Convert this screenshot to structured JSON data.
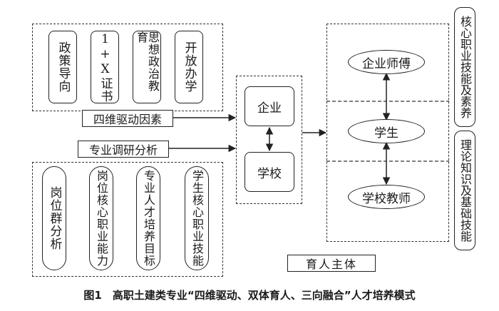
{
  "top_group": {
    "items": [
      "政策导向",
      "1+X证书",
      "思想政治教育",
      "开放办学"
    ]
  },
  "bottom_group": {
    "items": [
      "岗位群分析",
      "岗位核心职业能力",
      "专业人才培养目标",
      "学生核心职业技能"
    ]
  },
  "drivers": {
    "four_dim": "四维驱动因素",
    "survey": "专业调研分析"
  },
  "center": {
    "enterprise": "企业",
    "school": "学校"
  },
  "right_group": {
    "mentor": "企业师傅",
    "student": "学生",
    "teacher": "学校教师",
    "subject_label": "育人主体"
  },
  "side_labels": {
    "core_skills": "核心职业技能及素养",
    "theory": "理论知识及基础技能"
  },
  "caption": "图1　高职土建类专业“四维驱动、双体育人、三向融合”人才培养模式"
}
